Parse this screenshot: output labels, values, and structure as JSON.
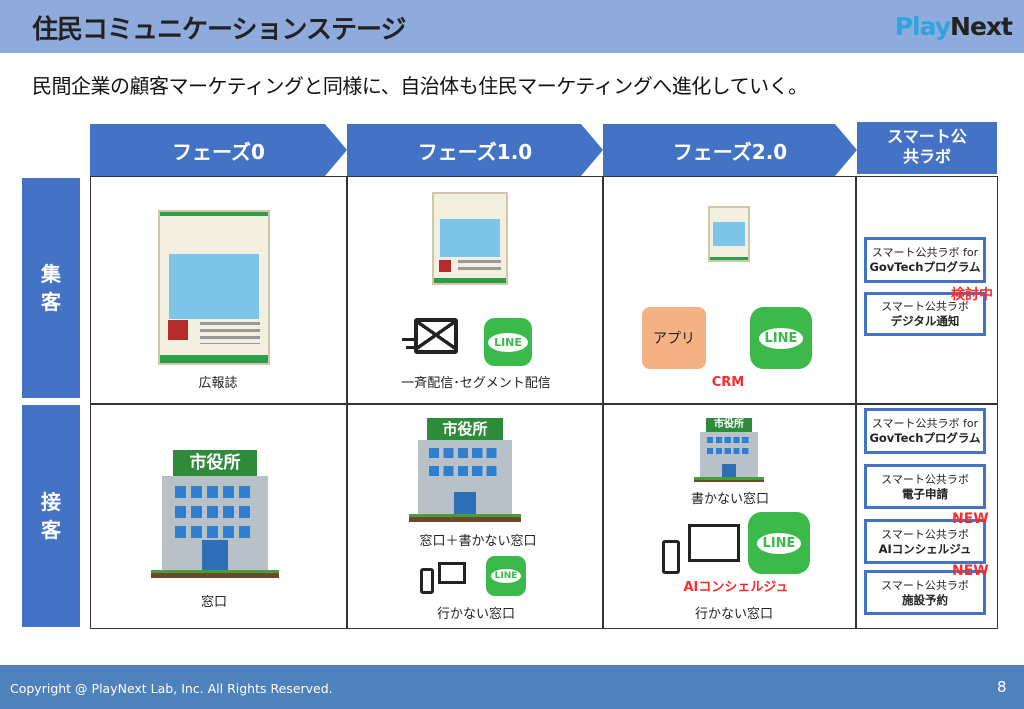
{
  "header": {
    "title": "住民コミュニケーションステージ",
    "logo": "PlayNext"
  },
  "subtitle": "民間企業の顧客マーケティングと同様に、自治体も住民マーケティングへ進化していく。",
  "columns": [
    "フェーズ0",
    "フェーズ1.0",
    "フェーズ2.0",
    "スマート公共ラボ"
  ],
  "rows": [
    "集客",
    "接客"
  ],
  "attract": {
    "phase0": {
      "label": "広報誌",
      "icon": "magazine-icon"
    },
    "phase1": {
      "label": "一斉配信･セグメント配信",
      "icons": [
        "magazine-icon",
        "mail-icon",
        "line-icon"
      ],
      "line_text": "LINE"
    },
    "phase2": {
      "app": "アプリ",
      "line_text": "LINE",
      "crm": "CRM"
    },
    "lab": [
      {
        "line1": "スマート公共ラボ for",
        "line2": "GovTechプログラム"
      },
      {
        "line1": "スマート公共ラボ",
        "line2": "デジタル通知",
        "tag": "検討中"
      }
    ]
  },
  "serve": {
    "phase0": {
      "label": "窓口",
      "sign": "市役所"
    },
    "phase1": {
      "label1": "窓口＋書かない窓口",
      "label2": "行かない窓口",
      "sign": "市役所",
      "line_text": "LINE"
    },
    "phase2": {
      "label1": "書かない窓口",
      "ai": "AIコンシェルジュ",
      "label2": "行かない窓口",
      "sign": "市役所",
      "line_text": "LINE"
    },
    "lab": [
      {
        "line1": "スマート公共ラボ for",
        "line2": "GovTechプログラム"
      },
      {
        "line1": "スマート公共ラボ",
        "line2": "電子申請"
      },
      {
        "line1": "スマート公共ラボ",
        "line2": "AIコンシェルジュ",
        "tag": "NEW"
      },
      {
        "line1": "スマート公共ラボ",
        "line2": "施設予約",
        "tag": "NEW"
      }
    ]
  },
  "footer": {
    "copyright": "Copyright @ PlayNext Lab, Inc. All Rights Reserved.",
    "page": "8"
  },
  "colors": {
    "header": "#8faadc",
    "accent": "#4472c4",
    "footer": "#4f81bd",
    "red": "#ff2a2a",
    "line": "#3cb94b",
    "app": "#f4b183"
  }
}
